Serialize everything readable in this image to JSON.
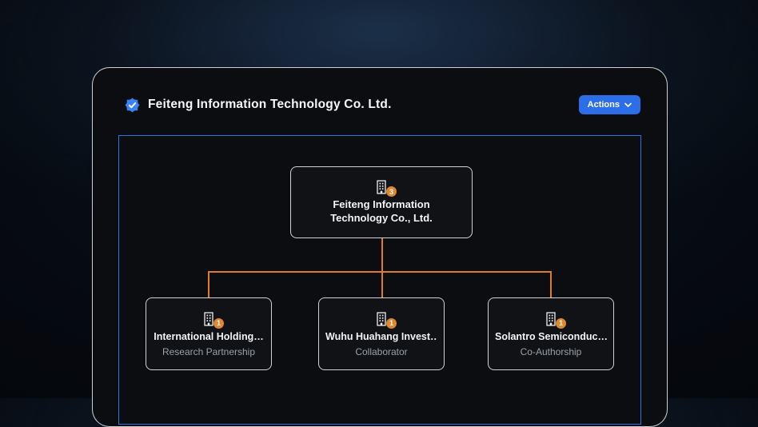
{
  "header": {
    "title": "Feiteng Information Technology Co. Ltd.",
    "actions_button": "Actions"
  },
  "org_chart": {
    "root": {
      "name": "Feiteng Information Technology Co., Ltd.",
      "badge_count": "3"
    },
    "children": [
      {
        "name": "International Holding…",
        "relationship": "Research Partnership",
        "badge_count": "1"
      },
      {
        "name": "Wuhu Huahang Invest…",
        "relationship": "Collaborator",
        "badge_count": "1"
      },
      {
        "name": "Solantro Semiconduc…",
        "relationship": "Co-Authorship",
        "badge_count": "1"
      }
    ]
  },
  "icons": {
    "header_badge": "verified-badge-icon",
    "node_icon": "building-icon",
    "actions_chevron": "chevron-down-icon"
  },
  "colors": {
    "accent_blue": "#2b6ee8",
    "canvas_border_blue": "#2b72e8",
    "connector_orange": "#e07b28",
    "badge_orange": "#e0862e",
    "node_border": "#ced3da",
    "subtitle_gray": "#99a1aa",
    "card_background": "#0c0d10"
  }
}
